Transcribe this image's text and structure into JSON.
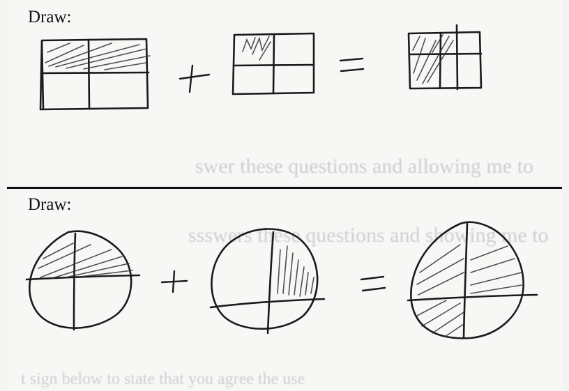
{
  "top_panel": {
    "label": "Draw:"
  },
  "bottom_panel": {
    "label": "Draw:"
  },
  "bleed_through_text": [
    "swer these questions and allowing me to",
    "ssswers these questions and showing me to",
    "t sign below to state that you agree the use"
  ]
}
